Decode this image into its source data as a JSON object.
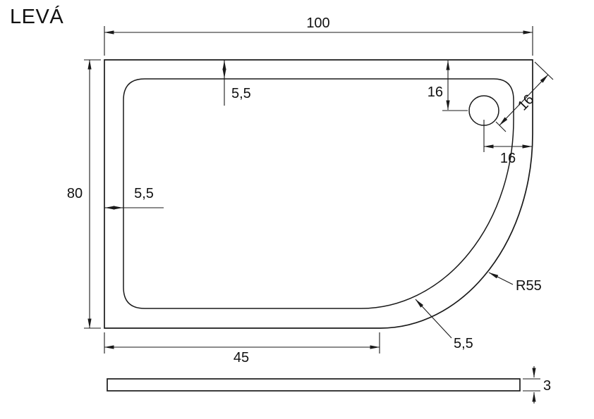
{
  "title": "LEVÁ",
  "labels": {
    "overall_width": "100",
    "overall_height": "80",
    "wall_top": "5,5",
    "wall_left": "5,5",
    "wall_curve": "5,5",
    "drain_from_top": "16",
    "drain_diagonal": "16",
    "drain_from_right": "16",
    "corner_radius": "R55",
    "bottom_flat_width": "45",
    "thickness": "3"
  },
  "colors": {
    "line": "#1a1a1a",
    "background": "#ffffff"
  }
}
